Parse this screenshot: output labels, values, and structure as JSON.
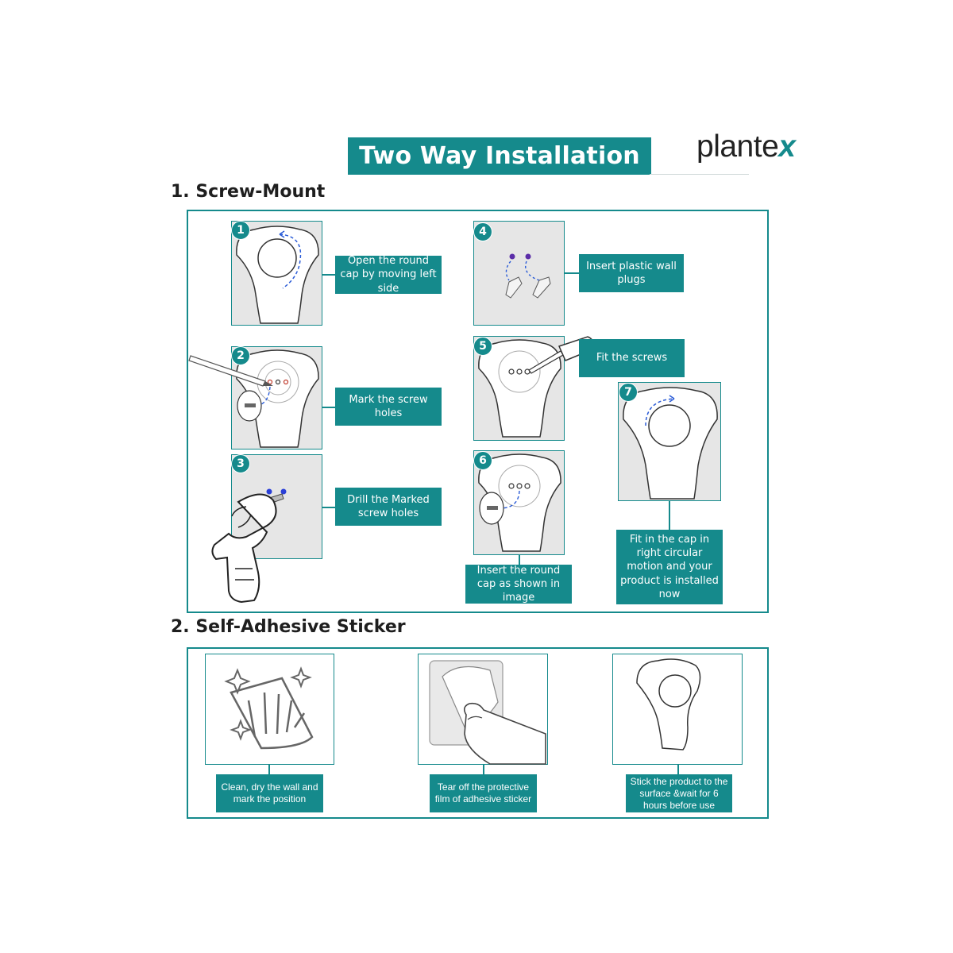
{
  "header": {
    "title": "Two Way Installation",
    "brand_main": "plante",
    "brand_x": "x"
  },
  "colors": {
    "accent": "#158a8c",
    "panel_bg": "#e6e6e6",
    "text": "#1e1e1e"
  },
  "screw_mount": {
    "heading": "1. Screw-Mount",
    "steps": [
      {
        "number": "1",
        "label": "Open the round cap by moving left side"
      },
      {
        "number": "2",
        "label": "Mark the screw holes"
      },
      {
        "number": "3",
        "label": "Drill the Marked screw holes"
      },
      {
        "number": "4",
        "label": "Insert plastic wall plugs"
      },
      {
        "number": "5",
        "label": "Fit the screws"
      },
      {
        "number": "6",
        "label": "Insert the round cap as shown in image"
      },
      {
        "number": "7",
        "label": "Fit in the cap in right circular motion and your product is installed now"
      }
    ]
  },
  "self_adhesive": {
    "heading": "2. Self-Adhesive Sticker",
    "steps": [
      {
        "label": "Clean, dry the wall and mark the position"
      },
      {
        "label": "Tear off the protective film of adhesive sticker"
      },
      {
        "label": "Stick the product to the surface &wait for 6 hours before use"
      }
    ]
  }
}
